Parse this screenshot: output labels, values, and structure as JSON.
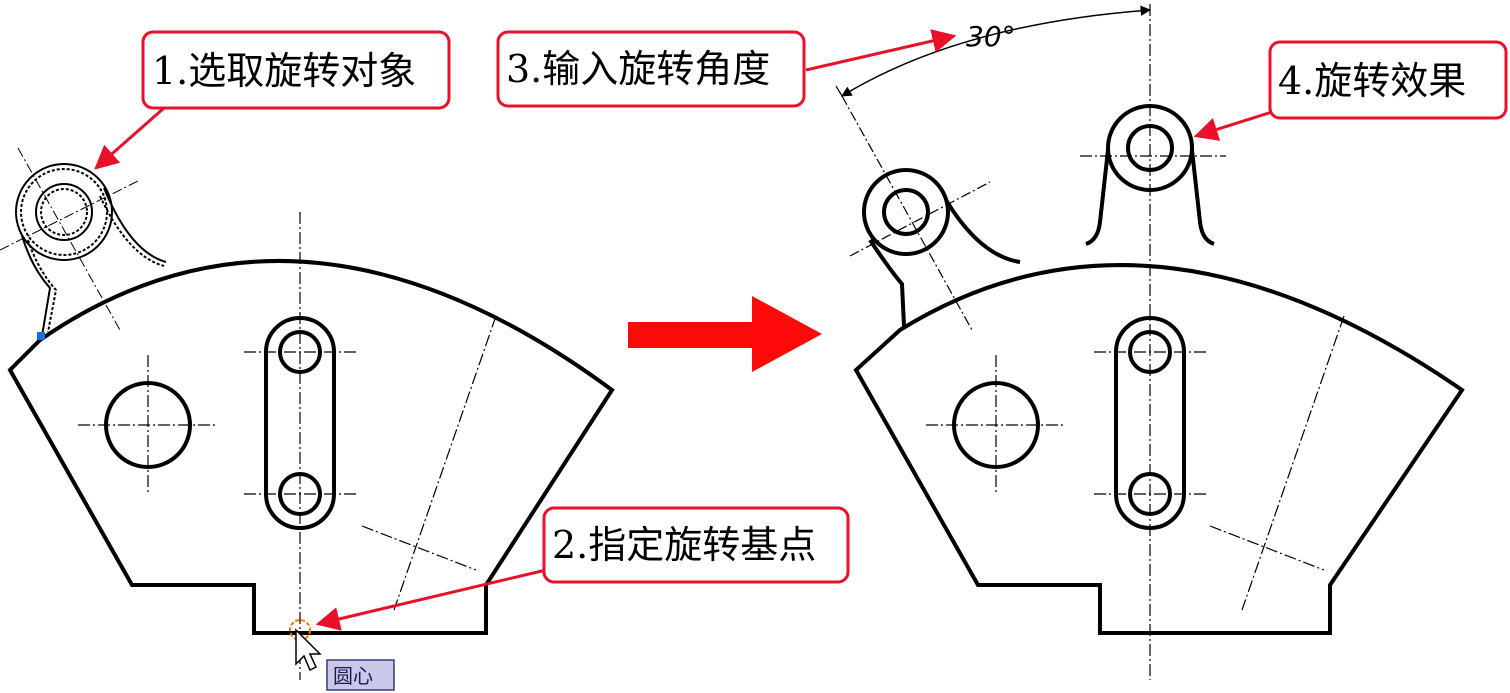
{
  "callouts": {
    "step1": "1.选取旋转对象",
    "step2": "2.指定旋转基点",
    "step3": "3.输入旋转角度",
    "step4": "4.旋转效果"
  },
  "angle_label": "30°",
  "snap_tooltip": "圆心",
  "colors": {
    "callout_border": "#e8102a",
    "arrow": "#e8102a",
    "drawing": "#000000",
    "snap_marker": "#f08000",
    "tooltip_bg": "#c8c8e8",
    "tooltip_border": "#3a3a7a",
    "grip": "#1b6fd6"
  },
  "icons": {
    "cursor": "mouse-pointer-icon",
    "snap": "center-snap-marker-icon",
    "transition": "right-arrow-icon"
  }
}
